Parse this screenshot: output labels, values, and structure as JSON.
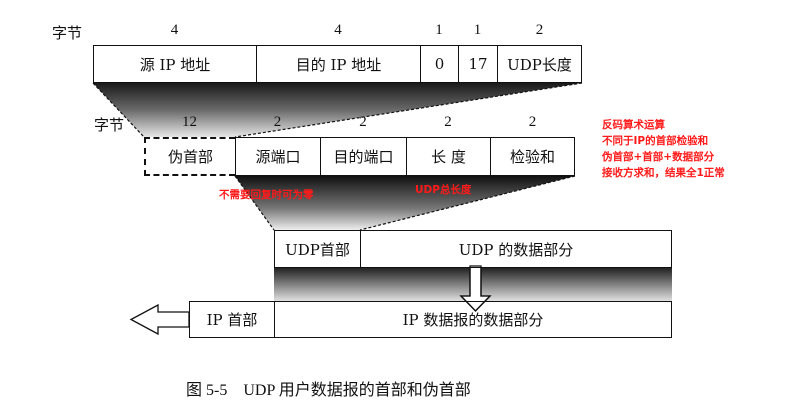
{
  "diagram": {
    "byte_label": "字节",
    "pseudo_header_row": {
      "byte_counts": [
        "4",
        "4",
        "1",
        "1",
        "2"
      ],
      "fields": [
        "源 IP 地址",
        "目的 IP 地址",
        "0",
        "17",
        "UDP长度"
      ]
    },
    "udp_header_row": {
      "byte_counts": [
        "12",
        "2",
        "2",
        "2",
        "2"
      ],
      "fields": [
        "伪首部",
        "源端口",
        "目的端口",
        "长 度",
        "检验和"
      ]
    },
    "udp_datagram_row": {
      "fields": [
        "UDP首部",
        "UDP 的数据部分"
      ]
    },
    "ip_datagram_row": {
      "fields": [
        "IP 首部",
        "IP 数据报的数据部分"
      ]
    },
    "annotations": {
      "source_port_note": "不需要回复时可为零",
      "length_note": "UDP总长度",
      "checksum_notes": [
        "反码算术运算",
        "不同于IP的首部检验和",
        "伪首部+首部+数据部分",
        "接收方求和，结果全1正常"
      ],
      "annotation_color": "#ff1a1a"
    },
    "caption": "图 5-5    UDP 用户数据报的首部和伪首部"
  }
}
